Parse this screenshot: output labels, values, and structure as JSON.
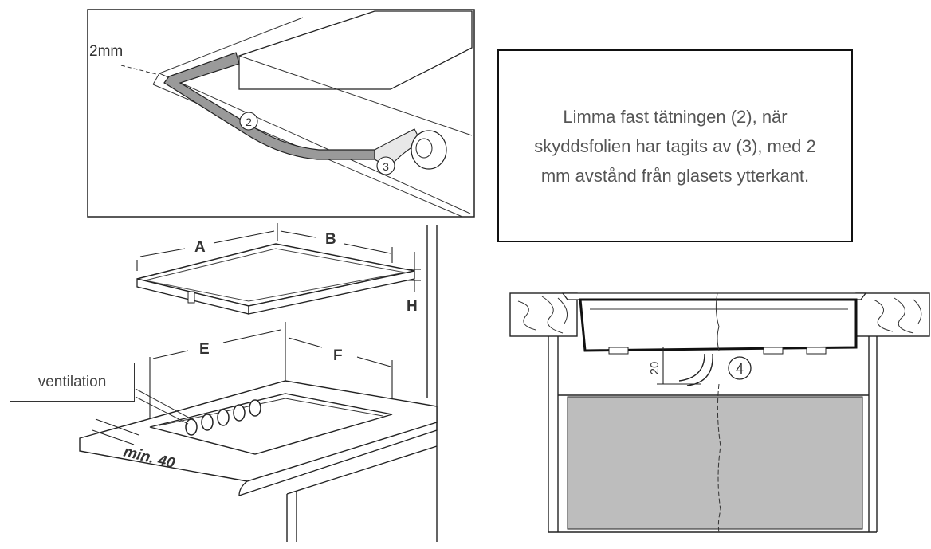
{
  "instruction_text": "Limma fast tätningen (2), när skyddsfolien har tagits av (3), med 2 mm avstånd från glasets ytterkant.",
  "top_detail": {
    "gap_label": "2mm",
    "seal_callout": "2",
    "film_callout": "3"
  },
  "dimensions": {
    "a": "A",
    "b": "B",
    "h": "H",
    "e": "E",
    "f": "F",
    "min_label": "min. 40"
  },
  "ventilation_label": "ventilation",
  "section_view": {
    "gap_dimension": "20",
    "airflow_callout": "4"
  }
}
